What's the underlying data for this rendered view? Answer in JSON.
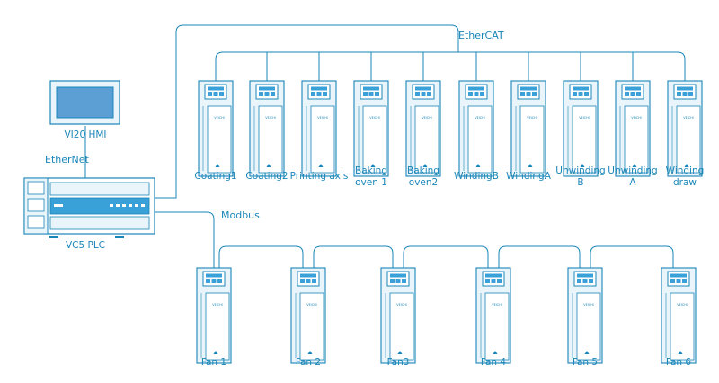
{
  "colors": {
    "stroke": "#1a86b8",
    "fill": "#eaf4fb",
    "accent": "#3aa0d8",
    "screen": "#5b9fd4",
    "white": "#ffffff"
  },
  "hmi": {
    "label": "VI20 HMI"
  },
  "plc": {
    "label": "VC5 PLC"
  },
  "networks": {
    "ethernet": "EtherNet",
    "ethercat": "EtherCAT",
    "modbus": "Modbus"
  },
  "drive_badge": "VEICHI",
  "ethercat_drives": [
    {
      "line1": "Coating1",
      "line2": ""
    },
    {
      "line1": "Coating2",
      "line2": ""
    },
    {
      "line1": "Printing axis",
      "line2": ""
    },
    {
      "line1": "Baking",
      "line2": "oven 1"
    },
    {
      "line1": "Baking",
      "line2": "oven2"
    },
    {
      "line1": "WindingB",
      "line2": ""
    },
    {
      "line1": "WindingA",
      "line2": ""
    },
    {
      "line1": "Unwinding",
      "line2": "B"
    },
    {
      "line1": "Unwinding",
      "line2": "A"
    },
    {
      "line1": "Winding",
      "line2": "draw"
    }
  ],
  "modbus_drives": [
    {
      "line1": "Fan 1"
    },
    {
      "line1": "Fan 2"
    },
    {
      "line1": "Fan3"
    },
    {
      "line1": "Fan 4"
    },
    {
      "line1": "Fan 5"
    },
    {
      "line1": "Fan 6"
    }
  ]
}
